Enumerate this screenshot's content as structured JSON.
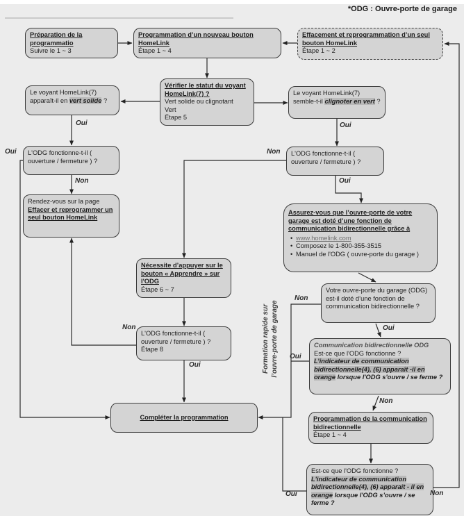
{
  "meta": {
    "title": "*ODG : Ouvre-porte de garage"
  },
  "labels": {
    "oui": "Oui",
    "non": "Non"
  },
  "side_note": {
    "line1": "Formation rapide sur",
    "line2": "l’ouvre-porte de garage"
  },
  "colors": {
    "background": "#ececec",
    "box_fill": "#d4d4d4",
    "box_border": "#3a3a3a",
    "highlight": "#b9b9b9",
    "wire": "#2b2b2b"
  },
  "boxes": {
    "preparation": {
      "title": "Préparation de la programmatio",
      "subtitle": "Suivre le 1 ~ 3"
    },
    "prog_nouveau": {
      "title": "Programmation d’un nouveau bouton HomeLink",
      "subtitle": "Étape 1 ~ 4"
    },
    "effacement": {
      "title": "Effacement et reprogrammation d’un seul bouton HomeLink",
      "subtitle": "Étape 1 ~ 2"
    },
    "voyant_solide": {
      "pre": "Le voyant HomeLink(7) apparaît-il en ",
      "highlight": "vert solide",
      "post": " ?"
    },
    "verifier": {
      "title": "Vérifier le statut du voyant HomeLink(7) ?",
      "line2": "Vert solide ou clignotant",
      "line3": "Vert",
      "line4": "Étape 5"
    },
    "voyant_clignote": {
      "pre": "Le voyant HomeLink(7) semble-t-il ",
      "highlight": "clignoter en vert",
      "post": " ?"
    },
    "odg_left": {
      "text": "L'ODG fonctionne-t-il ( ouverture / fermeture ) ?"
    },
    "odg_right": {
      "text": "L'ODG fonctionne-t-il ( ouverture / fermeture ) ?"
    },
    "rendez_vous": {
      "pre": "Rendez-vous sur la page ",
      "link": "Effacer et reprogrammer un seul bouton HomeLink"
    },
    "assurez": {
      "title": "Assurez-vous que l’ouvre-porte de votre garage est doté d’une fonction de communication bidirectionnelle grâce à",
      "bullets": [
        "www.homelink.com",
        "Composez le 1-800-355-3515",
        "Manuel de l'ODG ( ouvre-porte du garage )"
      ]
    },
    "necessite": {
      "title": "Nécessite d’appuyer sur le bouton « Apprendre » sur l'ODG",
      "subtitle": "Étape 6 ~ 7"
    },
    "odg_etape8": {
      "text": "L'ODG fonctionne-t-il ( ouverture / fermeture ) ?",
      "subtitle": "Étape 8"
    },
    "votre_odg": {
      "text": "Votre ouvre-porte du garage (ODG) est-il doté d’une fonction de communication bidirectionnelle ?"
    },
    "comm_bidir": {
      "header": "Communication bidirectionnelle ODG",
      "question": "Est-ce que l'ODG fonctionne ?",
      "highlight": "L’indicateur de communication bidirectionnelle(4), (6) apparaît -il en orange",
      "post": " lorsque l'ODG s'ouvre / se ferme ?"
    },
    "completer": {
      "title": "Compléter la programmation"
    },
    "prog_bidir": {
      "title": "Programmation de la communication bidirectionnelle",
      "subtitle": "Étape 1 ~ 4"
    },
    "est_ce_que": {
      "question": "Est-ce que l'ODG fonctionne ?",
      "highlight": "L'indicateur de communication bidirectionnelle(4), (6) apparaît - il en orange",
      "post": " lorsque l'ODG s’ouvre / se ferme ?"
    }
  }
}
